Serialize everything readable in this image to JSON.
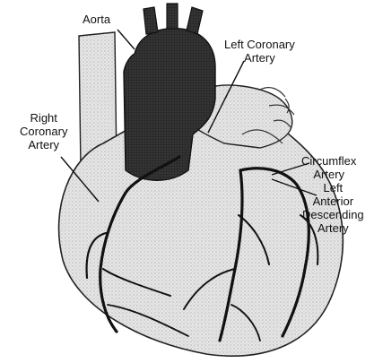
{
  "labels": {
    "aorta": "Aorta",
    "left_coronary": [
      "Left Coronary",
      "Artery"
    ],
    "right_coronary": [
      "Right",
      "Coronary",
      "Artery"
    ],
    "circumflex": [
      "Circumflex",
      "Artery"
    ],
    "lad": [
      "Left",
      "Anterior",
      "Descending",
      "Artery"
    ]
  },
  "colors": {
    "aorta_fill": "#2a2a2a",
    "heart_fill": "#dcdcdc",
    "vessel_stroke": "#111111",
    "outline": "#222222",
    "text": "#111111"
  }
}
